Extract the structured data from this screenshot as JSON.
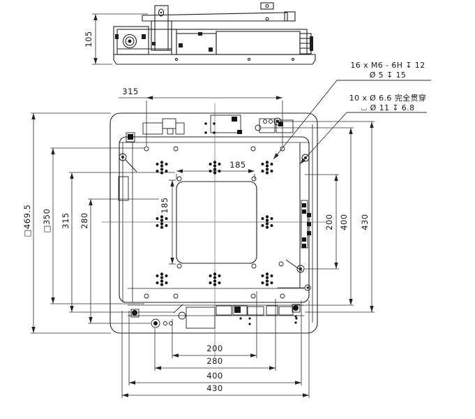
{
  "colors": {
    "line": "#1f1f1f",
    "dim_line": "#2b2b2b",
    "gray_rail": "#8a8a8a",
    "centerline": "#666666",
    "background": "#ffffff"
  },
  "callouts": {
    "m6": {
      "line1": "16 x  M6 - 6H ↧ 12",
      "line2": "Ø 5 ↧ 15"
    },
    "cbore": {
      "line1": "10 x Ø 6.6 完全贯穿",
      "line2": "⌴ Ø 11 ↧ 6.8"
    }
  },
  "dims": {
    "side_height": "105",
    "top_width": "315",
    "left": {
      "outer_square": "□469.5",
      "inner_square": "□350",
      "pitch_a": "315",
      "pitch_b": "280"
    },
    "right": {
      "a": "200",
      "b": "400",
      "c": "430"
    },
    "bottom": {
      "a": "200",
      "b": "280",
      "c": "400",
      "d": "430"
    },
    "aperture": {
      "width": "185",
      "height": "185"
    }
  }
}
